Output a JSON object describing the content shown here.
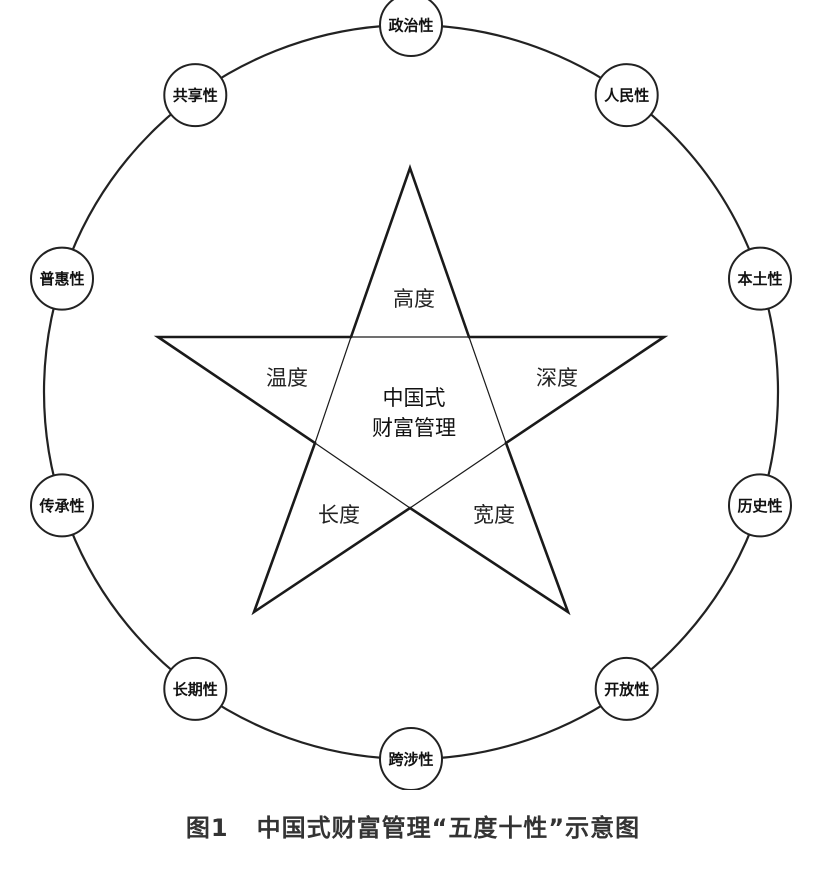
{
  "diagram": {
    "center_lines": [
      "中国式",
      "财富管理"
    ],
    "dimensions": {
      "top": "高度",
      "left": "温度",
      "right": "深度",
      "bottom_left": "长度",
      "bottom_right": "宽度"
    },
    "attributes": [
      "政治性",
      "人民性",
      "本土性",
      "历史性",
      "开放性",
      "跨涉性",
      "长期性",
      "传承性",
      "普惠性",
      "共享性"
    ]
  },
  "caption": {
    "label": "图1",
    "title": "中国式财富管理“五度十性”示意图"
  }
}
